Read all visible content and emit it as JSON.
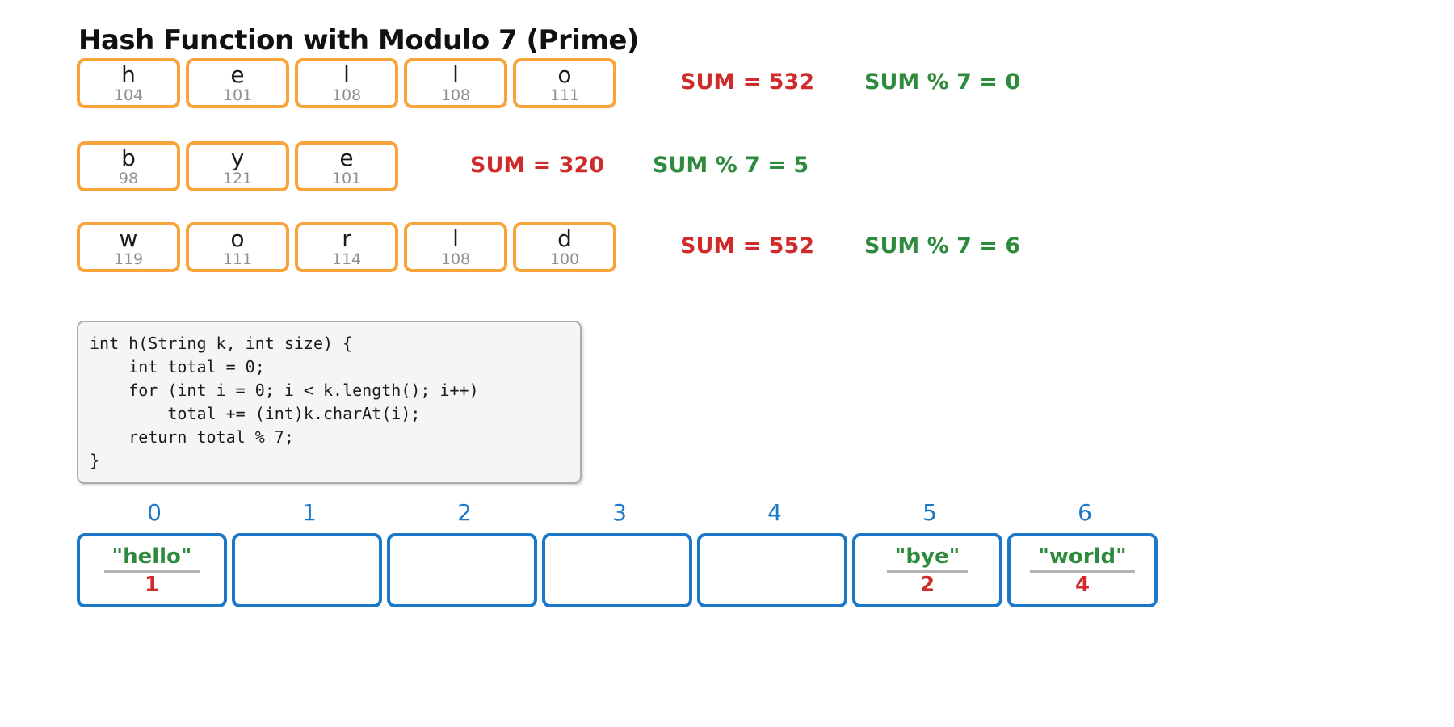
{
  "title": "Hash Function with Modulo 7 (Prime)",
  "colors": {
    "box_orange": "#F9A43B",
    "table_blue": "#1B78C8",
    "sum_red": "#CF2B2B",
    "mod_green": "#2E8B3E",
    "ascii_gray": "#909090",
    "code_background": "#f5f5f5"
  },
  "words": [
    {
      "word": "hello",
      "letters": [
        {
          "ch": "h",
          "code": "104"
        },
        {
          "ch": "e",
          "code": "101"
        },
        {
          "ch": "l",
          "code": "108"
        },
        {
          "ch": "l",
          "code": "108"
        },
        {
          "ch": "o",
          "code": "111"
        }
      ],
      "sum_label": "SUM = 532",
      "mod_label": "SUM % 7 = 0"
    },
    {
      "word": "bye",
      "letters": [
        {
          "ch": "b",
          "code": "98"
        },
        {
          "ch": "y",
          "code": "121"
        },
        {
          "ch": "e",
          "code": "101"
        }
      ],
      "sum_label": "SUM = 320",
      "mod_label": "SUM % 7 = 5"
    },
    {
      "word": "world",
      "letters": [
        {
          "ch": "w",
          "code": "119"
        },
        {
          "ch": "o",
          "code": "111"
        },
        {
          "ch": "r",
          "code": "114"
        },
        {
          "ch": "l",
          "code": "108"
        },
        {
          "ch": "d",
          "code": "100"
        }
      ],
      "sum_label": "SUM = 552",
      "mod_label": "SUM % 7 = 6"
    }
  ],
  "code": {
    "lines": [
      "int h(String k, int size) {",
      "    int total = 0;",
      "    for (int i = 0; i < k.length(); i++)",
      "        total += (int)k.charAt(i);",
      "    return total % 7;",
      "}"
    ]
  },
  "hash_table": {
    "indices": [
      "0",
      "1",
      "2",
      "3",
      "4",
      "5",
      "6"
    ],
    "slots": [
      {
        "key": "\"hello\"",
        "value": "1"
      },
      {
        "key": "",
        "value": ""
      },
      {
        "key": "",
        "value": ""
      },
      {
        "key": "",
        "value": ""
      },
      {
        "key": "",
        "value": ""
      },
      {
        "key": "\"bye\"",
        "value": "2"
      },
      {
        "key": "\"world\"",
        "value": "4"
      }
    ]
  }
}
